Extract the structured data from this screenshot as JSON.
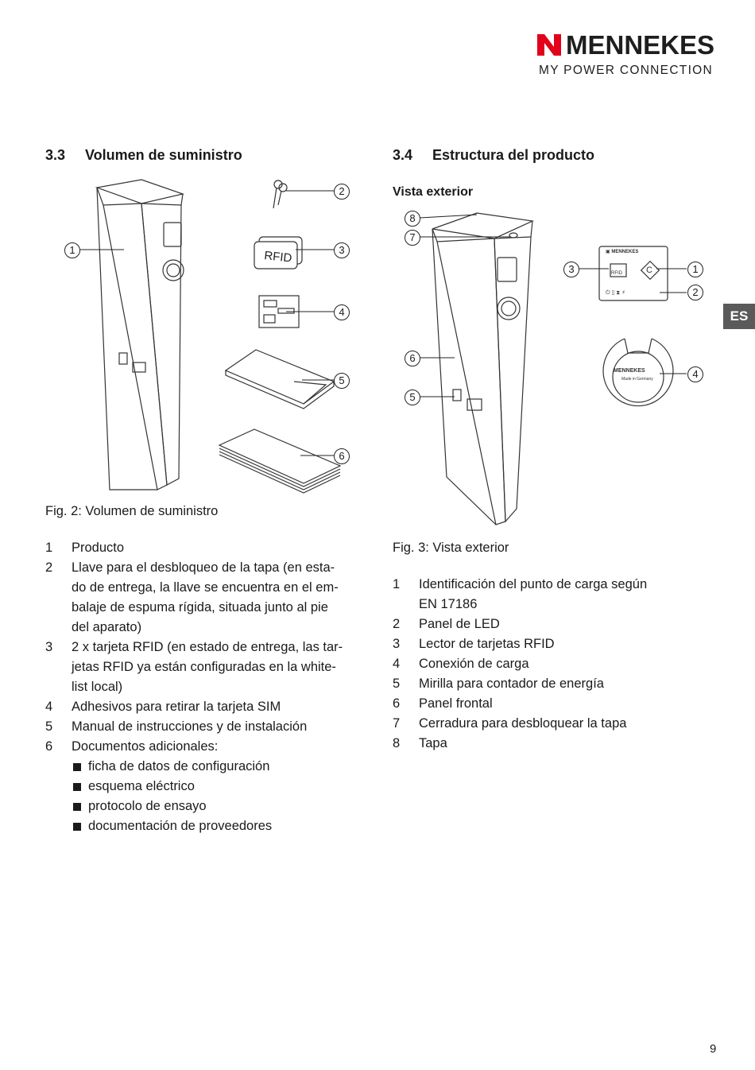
{
  "logo": {
    "name": "MENNEKES",
    "tagline": "MY POWER CONNECTION"
  },
  "section_33": {
    "number": "3.3",
    "title": "Volumen de suministro",
    "figure_callouts": [
      "1",
      "2",
      "3",
      "4",
      "5",
      "6"
    ],
    "rfid_card_text": "RFID",
    "caption": "Fig. 2: Volumen de suministro",
    "items": [
      {
        "n": "1",
        "lines": [
          "Producto"
        ]
      },
      {
        "n": "2",
        "lines": [
          "Llave para el desbloqueo de la tapa (en esta-",
          "do de entrega, la llave se encuentra en el em-",
          "balaje de espuma rígida, situada junto al pie",
          "del aparato)"
        ]
      },
      {
        "n": "3",
        "lines": [
          "2 x tarjeta RFID (en estado de entrega, las tar-",
          "jetas RFID ya están configuradas en la white-",
          "list local)"
        ]
      },
      {
        "n": "4",
        "lines": [
          "Adhesivos para retirar la tarjeta SIM"
        ]
      },
      {
        "n": "5",
        "lines": [
          "Manual de instrucciones y de instalación"
        ]
      },
      {
        "n": "6",
        "lines": [
          "Documentos adicionales:"
        ]
      }
    ],
    "bullets": [
      "ficha de datos de configuración",
      "esquema eléctrico",
      "protocolo de ensayo",
      "documentación de proveedores"
    ]
  },
  "section_34": {
    "number": "3.4",
    "title": "Estructura del producto",
    "subtitle": "Vista exterior",
    "figure_callouts": [
      "8",
      "7",
      "6",
      "5",
      "3",
      "1",
      "2",
      "4"
    ],
    "panel_rfid_text": "RFID",
    "panel_c_text": "C",
    "socket_brand": "MENNEKES",
    "socket_made": "Made in Germany",
    "caption": "Fig. 3: Vista exterior",
    "items": [
      {
        "n": "1",
        "lines": [
          "Identificación del punto de carga según",
          "EN 17186"
        ]
      },
      {
        "n": "2",
        "lines": [
          "Panel de LED"
        ]
      },
      {
        "n": "3",
        "lines": [
          "Lector de tarjetas RFID"
        ]
      },
      {
        "n": "4",
        "lines": [
          "Conexión de carga"
        ]
      },
      {
        "n": "5",
        "lines": [
          "Mirilla para contador de energía"
        ]
      },
      {
        "n": "6",
        "lines": [
          "Panel frontal"
        ]
      },
      {
        "n": "7",
        "lines": [
          "Cerradura para desbloquear la tapa"
        ]
      },
      {
        "n": "8",
        "lines": [
          "Tapa"
        ]
      }
    ]
  },
  "language_tab": "ES",
  "page_number": "9",
  "colors": {
    "brand_red": "#e2001a",
    "tab_gray": "#5a5a5a"
  }
}
